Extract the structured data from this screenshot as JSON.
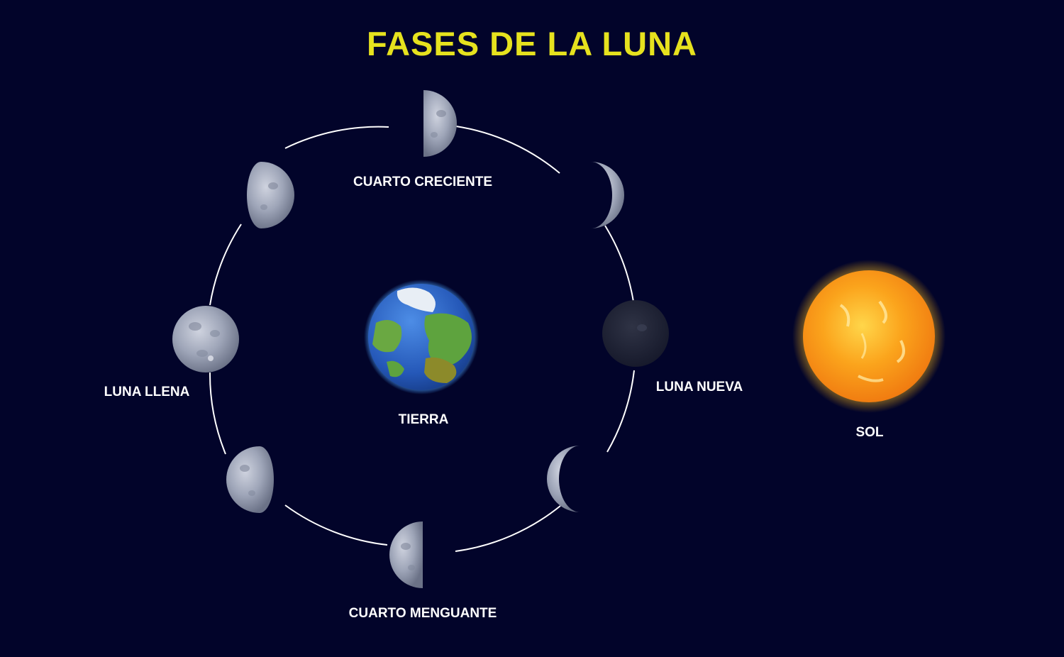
{
  "title": "FASES DE LA LUNA",
  "labels": {
    "cuarto_creciente": "CUARTO CRECIENTE",
    "luna_nueva": "LUNA NUEVA",
    "luna_llena": "LUNA LLENA",
    "cuarto_menguante": "CUARTO MENGUANTE",
    "tierra": "TIERRA",
    "sol": "SOL"
  },
  "colors": {
    "background": "#02042a",
    "title": "#e6e21e",
    "label": "#ffffff",
    "orbit": "#ffffff",
    "moon_lit": "#9fa6b8",
    "moon_dark": "#1c1f2e",
    "earth_ocean": "#2a66c4",
    "earth_land": "#5ea33e",
    "sun": "#f7a21a"
  },
  "icons": {
    "earth": "earth-icon",
    "sun": "sun-icon",
    "moon": "moon-phase-icon"
  }
}
